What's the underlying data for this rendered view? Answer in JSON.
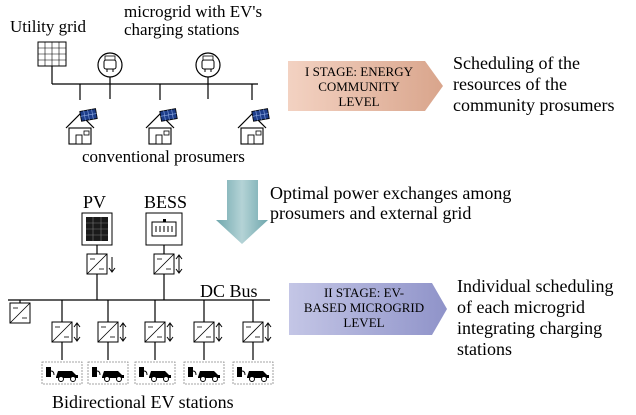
{
  "top": {
    "utility_grid_label": "Utility grid",
    "microgrid_label_line1": "microgrid with EV's",
    "microgrid_label_line2": "charging stations",
    "prosumers_label": "conventional prosumers"
  },
  "stage1": {
    "arrow_line1": "I STAGE: ENERGY",
    "arrow_line2": "COMMUNITY",
    "arrow_line3": "LEVEL",
    "desc_line1": "Scheduling of the",
    "desc_line2": "resources of the",
    "desc_line3": "community prosumers"
  },
  "middle": {
    "exchange_line1": "Optimal power exchanges among",
    "exchange_line2": "prosumers and external grid"
  },
  "bottom": {
    "pv_label": "PV",
    "bess_label": "BESS",
    "dc_bus_label": "DC Bus",
    "ev_stations_label": "Bidirectional EV stations"
  },
  "stage2": {
    "arrow_line1": "II STAGE:  EV-",
    "arrow_line2": "BASED MICROGRID",
    "arrow_line3": "LEVEL",
    "desc_line1": "Individual scheduling",
    "desc_line2": "of each microgrid",
    "desc_line3": "integrating charging",
    "desc_line4": "stations"
  },
  "colors": {
    "stage1_arrow": "#e8b9a2",
    "stage2_arrow": "#a9acd8",
    "down_arrow": "#8fbcc0",
    "panel_blue": "#1d3d8a"
  }
}
